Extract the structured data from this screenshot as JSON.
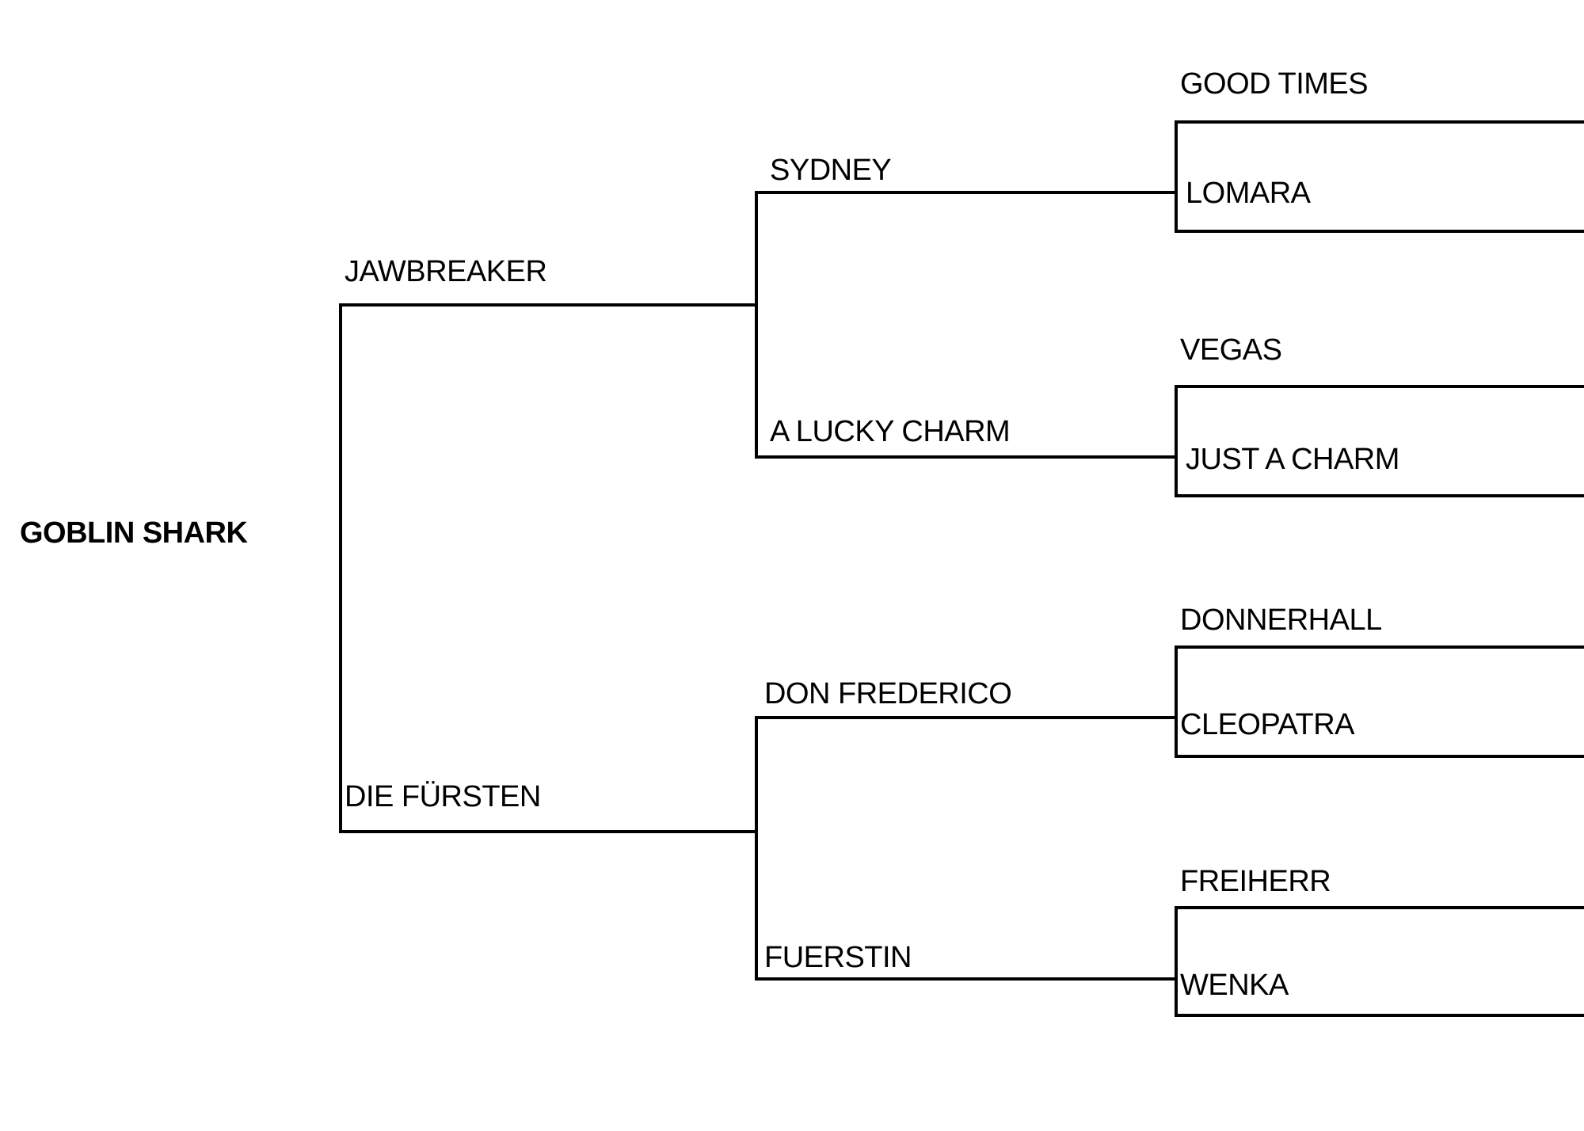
{
  "subject": "GOBLIN SHARK",
  "sire": "JAWBREAKER",
  "dam": "DIE FÜRSTEN",
  "sire_sire": "SYDNEY",
  "sire_dam": "A LUCKY CHARM",
  "dam_sire": "DON FREDERICO",
  "dam_dam": "FUERSTIN",
  "gen3": {
    "sydney_sire": "GOOD TIMES",
    "sydney_dam": "LOMARA",
    "lucky_charm_sire": "VEGAS",
    "lucky_charm_dam": "JUST A CHARM",
    "don_frederico_sire": "DONNERHALL",
    "don_frederico_dam": "CLEOPATRA",
    "fuerstin_sire": "FREIHERR",
    "fuerstin_dam": "WENKA"
  },
  "line_color": "#000000"
}
